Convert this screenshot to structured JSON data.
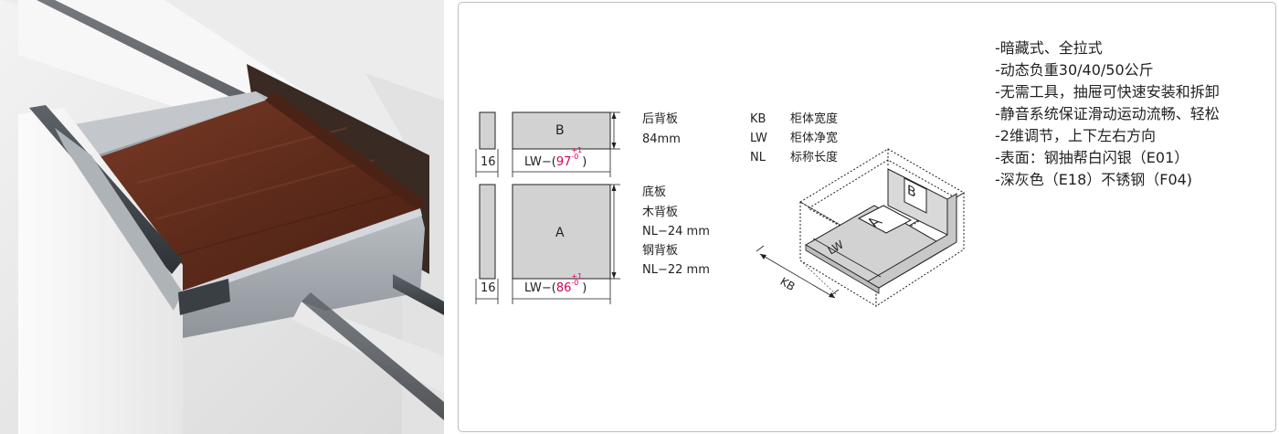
{
  "photo": {
    "label_plate": ""
  },
  "panels": {
    "back_panel": {
      "label": "B",
      "side_width": "16",
      "formula_prefix": "LW−(",
      "formula_value": "97",
      "tol_plus": "+1",
      "tol_minus": "-0",
      "formula_suffix": ")",
      "notes": [
        "后背板",
        "84mm"
      ]
    },
    "bottom_panel": {
      "label": "A",
      "side_width": "16",
      "formula_prefix": "LW−(",
      "formula_value": "86",
      "tol_plus": "+1",
      "tol_minus": "-0",
      "formula_suffix": ")",
      "notes": [
        "底板",
        "木背板",
        "NL−24  mm",
        "钢背板",
        "NL−22  mm"
      ]
    }
  },
  "legend": [
    {
      "code": "KB",
      "desc": "柜体宽度"
    },
    {
      "code": "LW",
      "desc": "柜体净宽"
    },
    {
      "code": "NL",
      "desc": "标称长度"
    }
  ],
  "drawer_diagram": {
    "label_a": "A",
    "label_b": "B",
    "label_lw": "LW",
    "label_kb": "KB"
  },
  "features": [
    "-暗藏式、全拉式",
    "-动态负重30/40/50公斤",
    "-无需工具，抽屉可快速安装和拆卸",
    "-静音系统保证滑动运动流畅、轻松",
    "-2维调节，上下左右方向",
    "-表面：钢抽帮白闪银（E01）",
    "-深灰色（E18）不锈钢（F04)"
  ],
  "colors": {
    "tolerance": "#d6005c",
    "panel_fill": "#d2d2d3",
    "wood": "#6b3222",
    "steel": "#9aa0a6"
  }
}
